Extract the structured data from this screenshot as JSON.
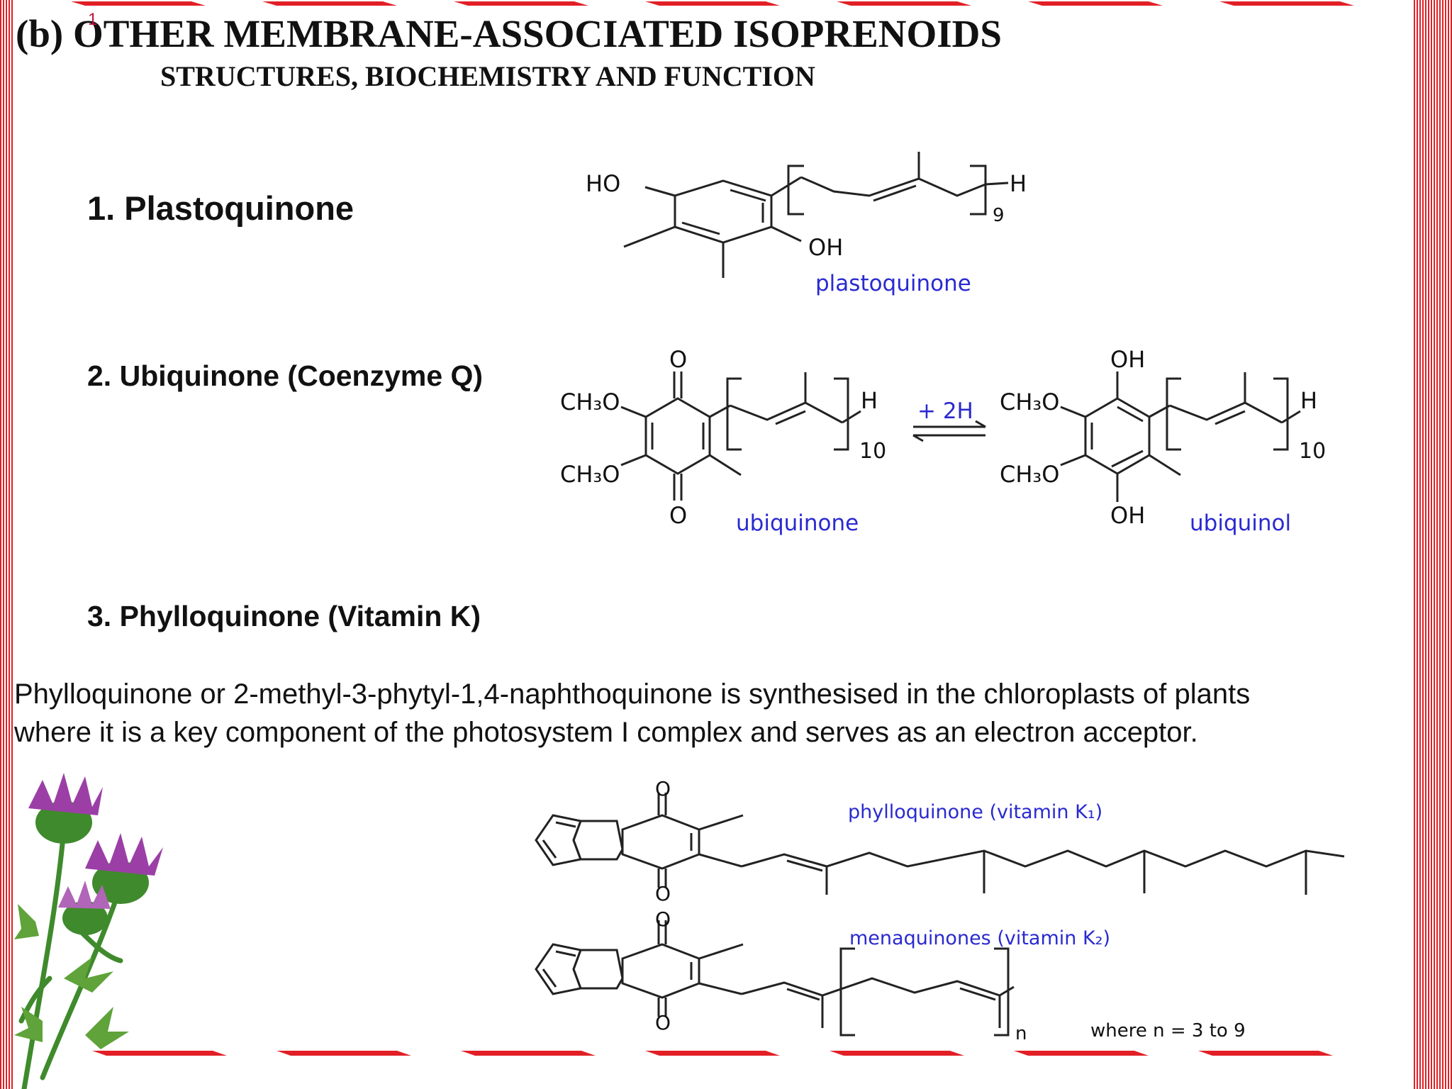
{
  "slide_number": "1",
  "title": "(b)  OTHER MEMBRANE-ASSOCIATED ISOPRENOIDS",
  "subtitle": "STRUCTURES, BIOCHEMISTRY AND FUNCTION",
  "sections": [
    {
      "label": "1.  Plastoquinone"
    },
    {
      "label": "2.  Ubiquinone (Coenzyme Q)"
    },
    {
      "label": "3. Phylloquinone (Vitamin K)"
    }
  ],
  "paragraph": {
    "line1": "Phylloquinone or 2-methyl-3-phytyl-1,4-naphthoquinone is synthesised in the chloroplasts of plants",
    "line2": "where it is a key component of the photosystem I complex and serves as an electron acceptor."
  },
  "plastoquinone": {
    "ho": "HO",
    "oh": "OH",
    "h": "H",
    "n": "9",
    "name": "plastoquinone"
  },
  "ubiquinone": {
    "o_top": "O",
    "o_bottom": "O",
    "methoxy_top": "CH₃O",
    "methoxy_bottom": "CH₃O",
    "h": "H",
    "n": "10",
    "name": "ubiquinone"
  },
  "reaction": {
    "label": "+ 2H"
  },
  "ubiquinol": {
    "oh_top": "OH",
    "oh_bottom": "OH",
    "methoxy_top": "CH₃O",
    "methoxy_bottom": "CH₃O",
    "h": "H",
    "n": "10",
    "name": "ubiquinol"
  },
  "phylloquinone": {
    "o_top": "O",
    "o_bottom": "O",
    "name": "phylloquinone  (vitamin K₁)"
  },
  "menaquinone": {
    "o_top": "O",
    "o_bottom": "O",
    "n": "n",
    "name": "menaquinones  (vitamin K₂)",
    "note": "where n = 3 to 9"
  },
  "colors": {
    "border_red": "#e21f26",
    "label_blue": "#2a2ad0",
    "text": "#111111",
    "thistle_purple": "#9b3fa6",
    "thistle_green": "#3f8a2c"
  }
}
